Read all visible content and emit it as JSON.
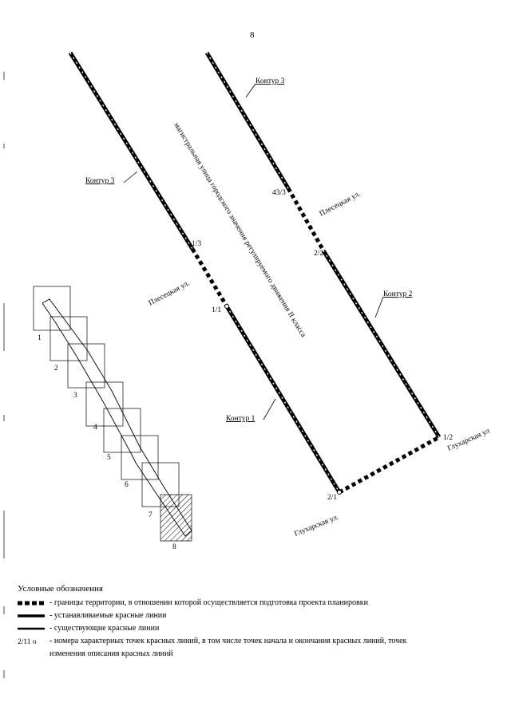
{
  "page_number": "8",
  "labels": {
    "kontur3_a": "Контур 3",
    "kontur3_b": "Контур 3",
    "kontur2": "Контур 2",
    "kontur1": "Контур 1",
    "plesetskaya_left": "Плесецкая ул.",
    "plesetskaya_right": "Плесецкая ул.",
    "glukharskaya_bottom": "Глухарская ул.",
    "glukharskaya_right": "Глухарская ул",
    "magistral": "магистральная улица городского значения регулируемого движения II класса"
  },
  "points": {
    "p13": "1/3",
    "p11": "1/1",
    "p433": "43/3",
    "p22": "2/2",
    "p12": "1/2",
    "p21": "2/1"
  },
  "key_map": {
    "sheets": [
      "1",
      "2",
      "3",
      "4",
      "5",
      "6",
      "7",
      "8"
    ],
    "highlighted": "8"
  },
  "legend": {
    "title": "Условные обозначения",
    "items": [
      {
        "symbol": "dashed-thick",
        "text": "- границы территории, в отношении которой осуществляется подготовка проекта планировки"
      },
      {
        "symbol": "solid-thick",
        "text": "- устанавливаемые красные линии"
      },
      {
        "symbol": "solid-thin",
        "text": "- существующие красные линии"
      },
      {
        "symbol": "point",
        "code": "2/11",
        "text": "- номера характерных точек красных линий, в том числе точек начала и окончания красных линий, точек изменения описания красных линий"
      }
    ]
  }
}
